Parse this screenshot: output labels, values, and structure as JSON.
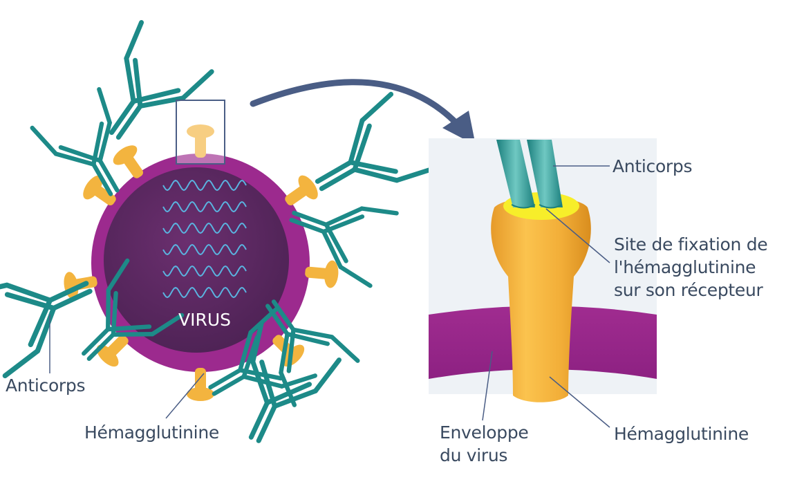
{
  "diagram": {
    "virus_label": "VIRUS",
    "left_labels": {
      "antibody": "Anticorps",
      "hemagglutinin": "Hémagglutinine"
    },
    "right_labels": {
      "antibody": "Anticorps",
      "binding_site_line1": "Site de fixation de",
      "binding_site_line2": "l'hémagglutinine",
      "binding_site_line3": "sur son récepteur",
      "envelope_line1": "Enveloppe",
      "envelope_line2": "du virus",
      "hemagglutinin": "Hémagglutinine"
    },
    "colors": {
      "envelope": "#9c2a8e",
      "core": "#5e2a63",
      "hemagglutinin": "#f3b43f",
      "antibody_dark": "#1d8a88",
      "antibody_light": "#86d3cf",
      "rna": "#5ab4e0",
      "arrow": "#4a5d85",
      "zoom_bg": "#eef2f6",
      "site": "#f7ee2a",
      "label_text": "#3a4a60"
    }
  }
}
